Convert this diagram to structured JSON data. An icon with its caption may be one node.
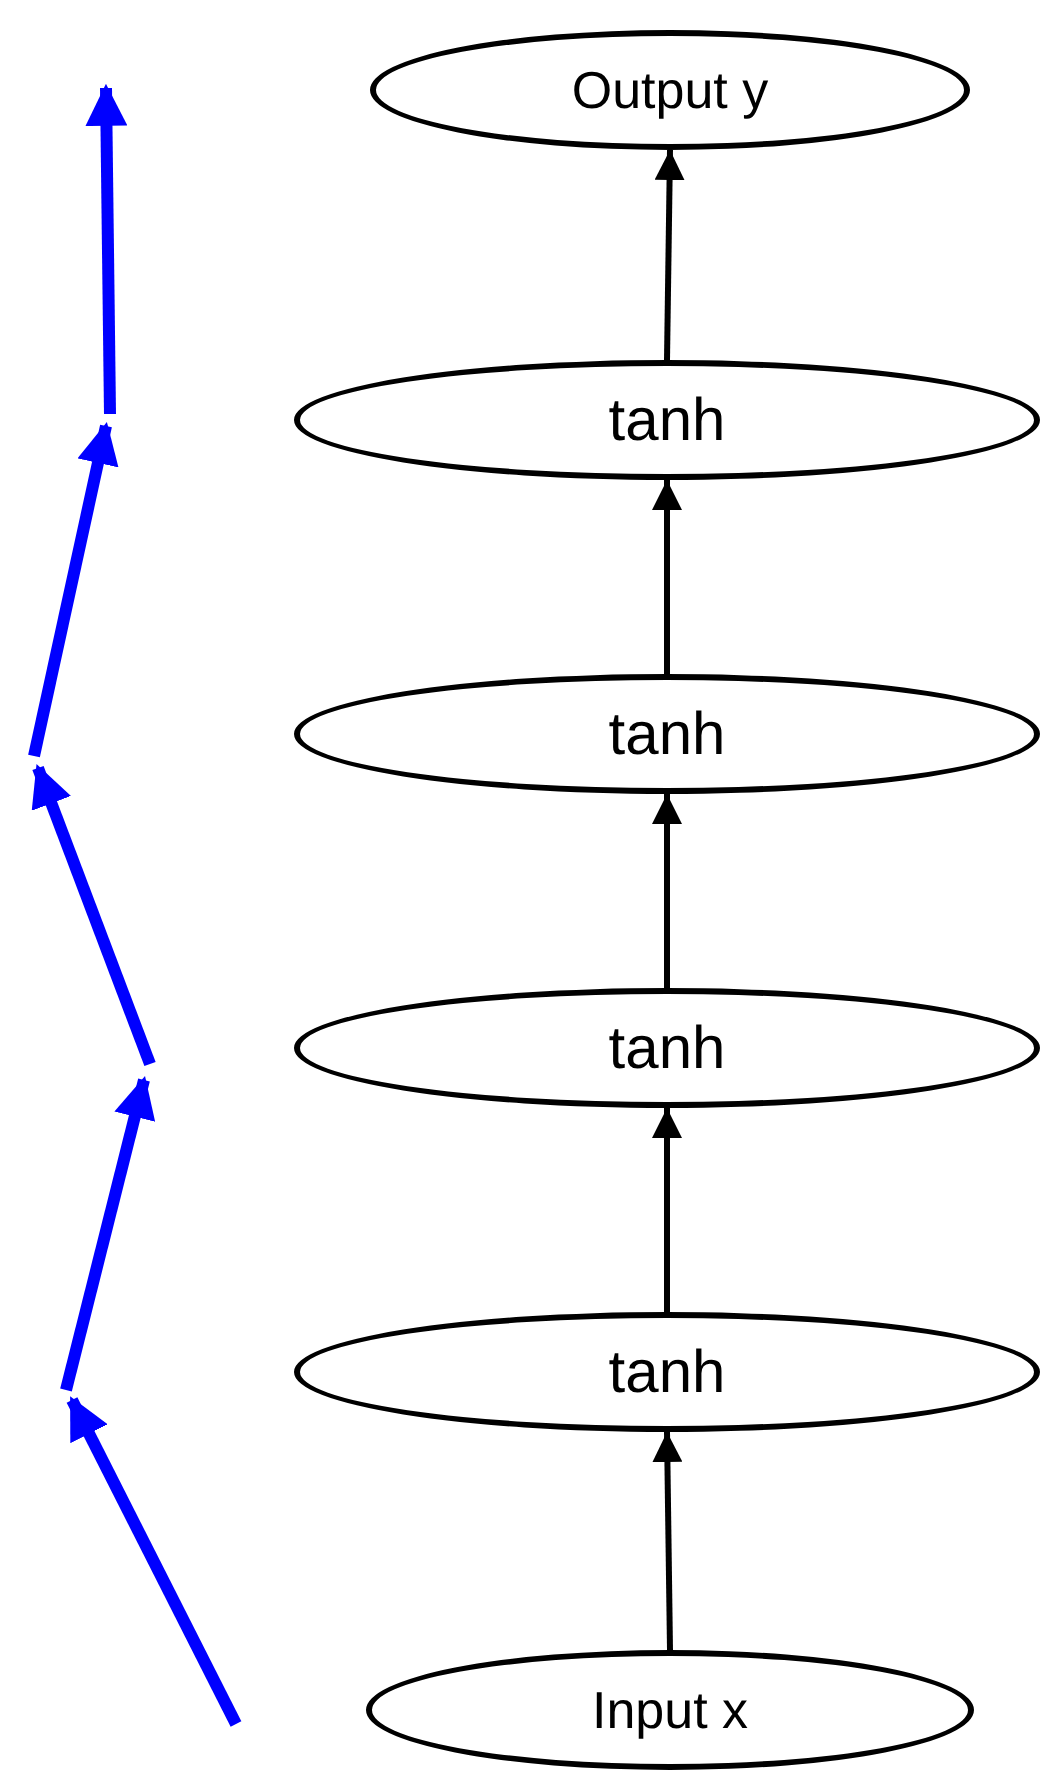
{
  "diagram": {
    "nodes": [
      {
        "text": [
          "Output y"
        ]
      },
      {
        "text": [
          "tanh"
        ]
      },
      {
        "text": [
          "tanh"
        ]
      },
      {
        "text": [
          "tanh"
        ]
      },
      {
        "text": [
          "tanh"
        ]
      },
      {
        "text": [
          "Input x"
        ]
      }
    ],
    "edges": [
      {
        "from": 5,
        "to": 4,
        "arrow": "to"
      },
      {
        "from": 4,
        "to": 3,
        "arrow": "to"
      },
      {
        "from": 3,
        "to": 2,
        "arrow": "to"
      },
      {
        "from": 2,
        "to": 1,
        "arrow": "to"
      },
      {
        "from": 1,
        "to": 0,
        "arrow": "to"
      }
    ]
  }
}
